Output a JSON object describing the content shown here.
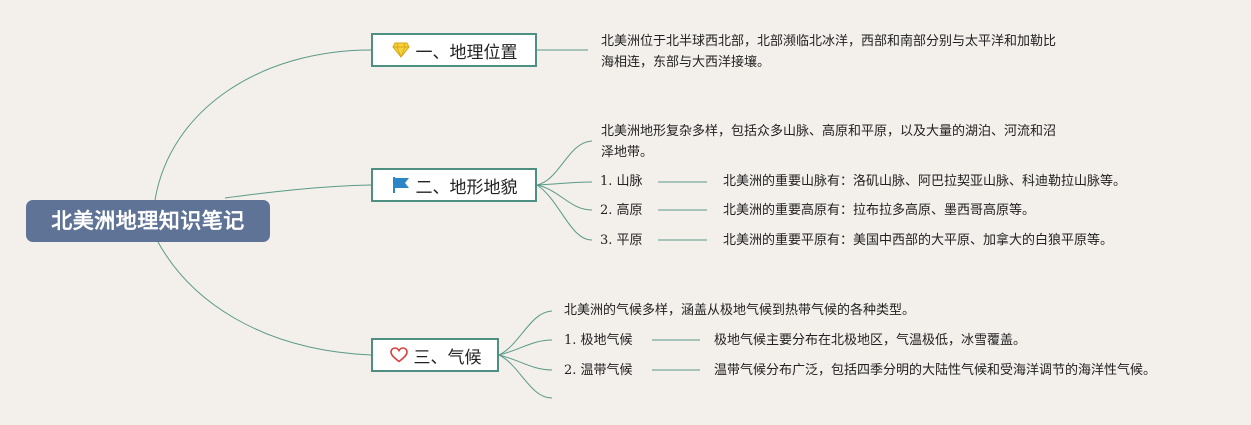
{
  "root": {
    "title": "北美洲地理知识笔记"
  },
  "branches": [
    {
      "label": "一、地理位置",
      "icon": "diamond-icon",
      "summary": [
        "北美洲位于北半球西北部，北部濒临北冰洋，西部和南部分别与太平洋和加勒比",
        "海相连，东部与大西洋接壤。"
      ]
    },
    {
      "label": "二、地形地貌",
      "icon": "flag-icon",
      "summary": [
        "北美洲地形复杂多样，包括众多山脉、高原和平原，以及大量的湖泊、河流和沼",
        "泽地带。"
      ],
      "items": [
        {
          "num": "1.",
          "name": "山脉",
          "detail": "北美洲的重要山脉有：洛矶山脉、阿巴拉契亚山脉、科迪勒拉山脉等。"
        },
        {
          "num": "2.",
          "name": "高原",
          "detail": "北美洲的重要高原有：拉布拉多高原、墨西哥高原等。"
        },
        {
          "num": "3.",
          "name": "平原",
          "detail": "北美洲的重要平原有：美国中西部的大平原、加拿大的白狼平原等。"
        }
      ]
    },
    {
      "label": "三、气候",
      "icon": "heart-icon",
      "summary": [
        "北美洲的气候多样，涵盖从极地气候到热带气候的各种类型。"
      ],
      "items": [
        {
          "num": "1.",
          "name": "极地气候",
          "detail": "极地气候主要分布在北极地区，气温极低，冰雪覆盖。"
        },
        {
          "num": "2.",
          "name": "温带气候",
          "detail": "温带气候分布广泛，包括四季分明的大陆性气候和受海洋调节的海洋性气候。"
        }
      ]
    }
  ],
  "colors": {
    "root_bg": "#5f7396",
    "line": "#5a9a88",
    "branch_border": "#4d8f80"
  }
}
